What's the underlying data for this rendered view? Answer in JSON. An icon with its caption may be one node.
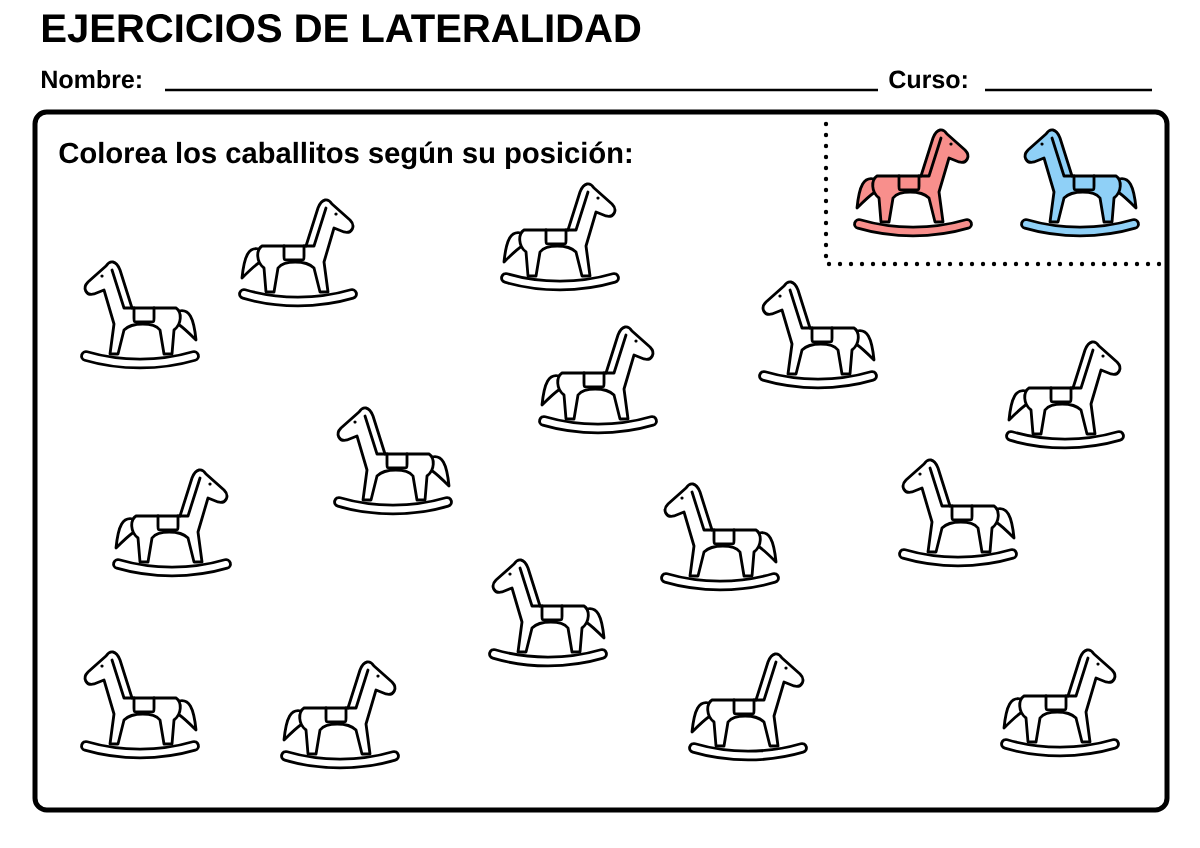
{
  "diagram": {
    "title": "EJERCICIOS DE LATERALIDAD",
    "nodes": [
      {
        "text": [
          "Colorea los caballitos según su posición:"
        ]
      }
    ],
    "labels": [
      "Nombre:",
      "Curso:"
    ]
  }
}
